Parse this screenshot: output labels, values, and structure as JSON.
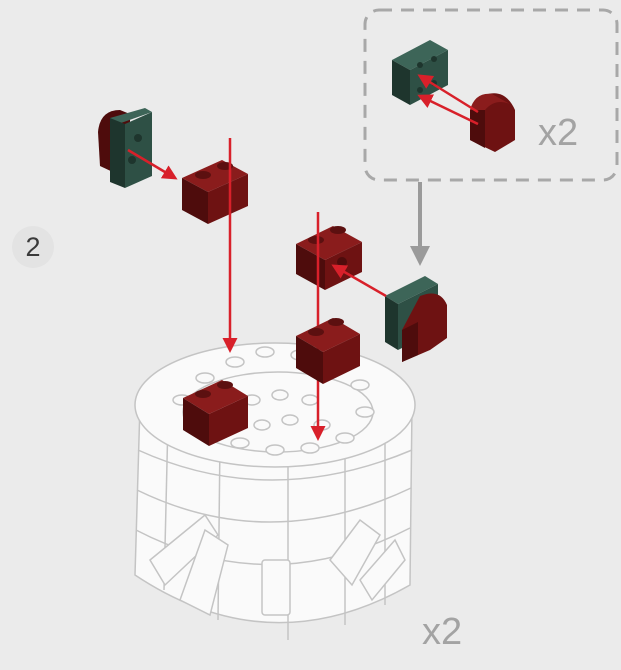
{
  "step": {
    "number": "2"
  },
  "subassembly": {
    "multiplier": "x2"
  },
  "build": {
    "multiplier": "x2"
  },
  "colors": {
    "brick_top": "#8a1c1c",
    "brick_front": "#6e1212",
    "brick_side": "#4e0c0c",
    "plate_green": "#2e5045",
    "plate_green_dark": "#1e352d",
    "arrow_red": "#d8202a",
    "arrow_gray": "#9a9a9a",
    "model_outline": "#c4c4c4",
    "model_fill": "#fafafa",
    "background": "#ebebeb"
  }
}
